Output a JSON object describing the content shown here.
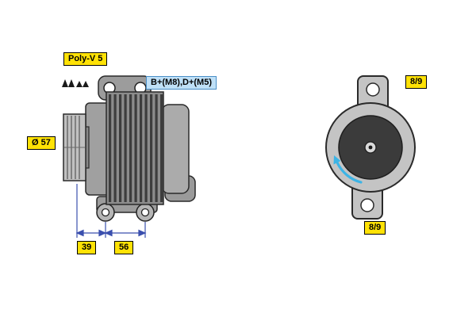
{
  "diagram": {
    "title": "alternator-technical-drawing",
    "labels": {
      "belt_type": "Poly-V 5",
      "terminals": "B+(M8),D+(M5)",
      "pulley_diameter": "Ø 57",
      "dim_pulley_offset": "39",
      "dim_mount_span": "56",
      "mount_rating_top": "8/9",
      "mount_rating_bottom": "8/9"
    },
    "colors": {
      "label_yellow_bg": "#ffe205",
      "label_blue_bg": "#bfe0f7",
      "label_blue_border": "#4a8fc7",
      "dimension_line": "#3a4fae",
      "rotation_arrow": "#3cb4e6",
      "body_gray": "#9c9c9c",
      "fin_dark": "#3d3d3d"
    }
  }
}
